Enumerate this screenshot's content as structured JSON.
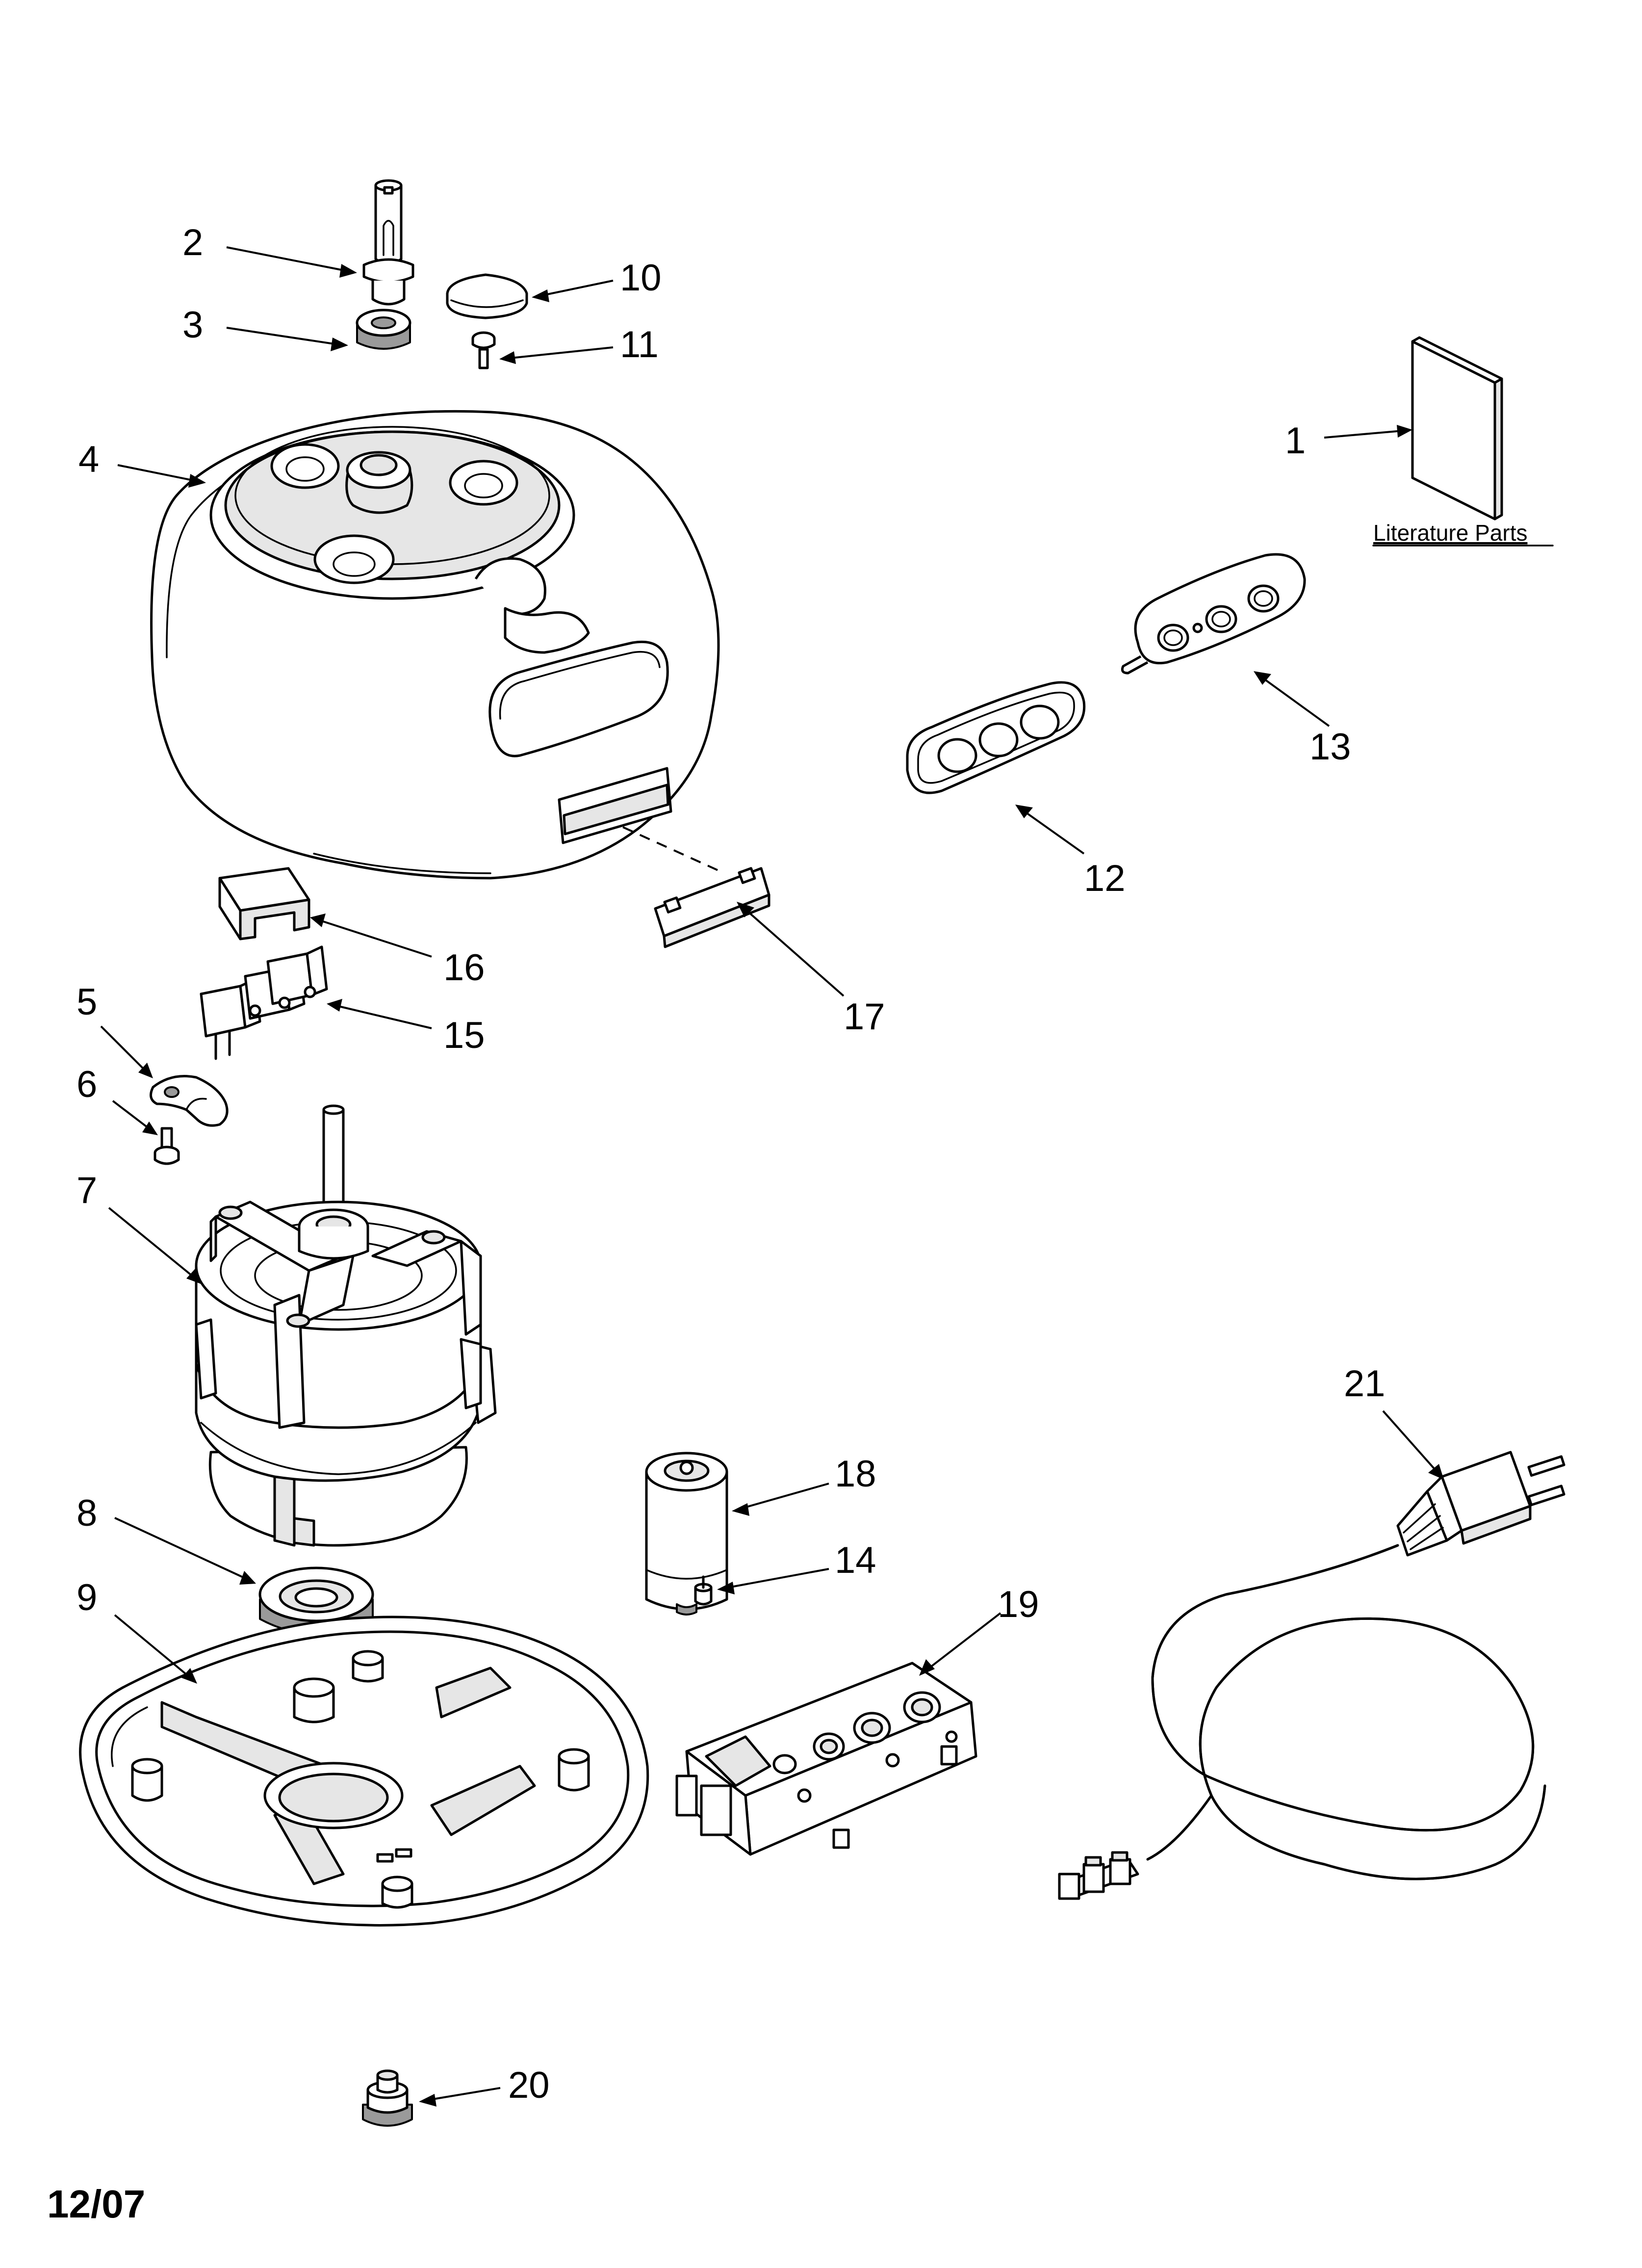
{
  "diagram": {
    "literature_label": "Literature Parts",
    "date": "12/07",
    "parts": [
      {
        "id": "p1",
        "label": "1",
        "name": "literature"
      },
      {
        "id": "p2",
        "label": "2",
        "name": "drive-coupler"
      },
      {
        "id": "p3",
        "label": "3",
        "name": "seal"
      },
      {
        "id": "p4",
        "label": "4",
        "name": "housing"
      },
      {
        "id": "p5",
        "label": "5",
        "name": "clamp"
      },
      {
        "id": "p6",
        "label": "6",
        "name": "screw"
      },
      {
        "id": "p7",
        "label": "7",
        "name": "motor"
      },
      {
        "id": "p8",
        "label": "8",
        "name": "mount"
      },
      {
        "id": "p9",
        "label": "9",
        "name": "base"
      },
      {
        "id": "p10",
        "label": "10",
        "name": "cap"
      },
      {
        "id": "p11",
        "label": "11",
        "name": "screw"
      },
      {
        "id": "p12",
        "label": "12",
        "name": "button-gasket"
      },
      {
        "id": "p13",
        "label": "13",
        "name": "switch-plate"
      },
      {
        "id": "p14",
        "label": "14",
        "name": "screw"
      },
      {
        "id": "p15",
        "label": "15",
        "name": "terminal-block"
      },
      {
        "id": "p16",
        "label": "16",
        "name": "insulator"
      },
      {
        "id": "p17",
        "label": "17",
        "name": "lens"
      },
      {
        "id": "p18",
        "label": "18",
        "name": "capacitor"
      },
      {
        "id": "p19",
        "label": "19",
        "name": "switch-board"
      },
      {
        "id": "p20",
        "label": "20",
        "name": "foot"
      },
      {
        "id": "p21",
        "label": "21",
        "name": "power-cord"
      }
    ]
  }
}
